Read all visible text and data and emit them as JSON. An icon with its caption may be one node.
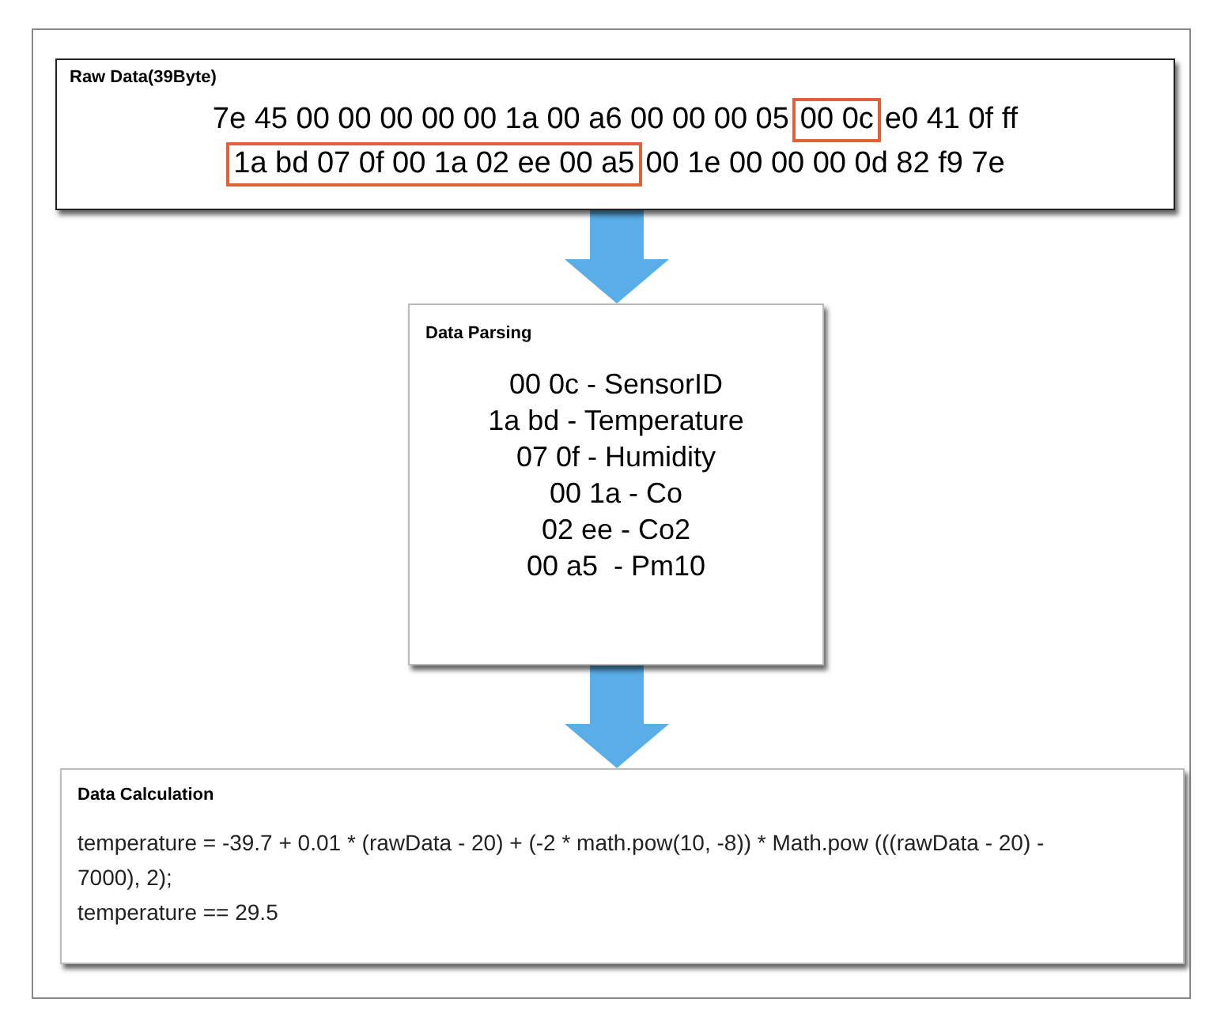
{
  "diagram": {
    "nodes": [
      {
        "text": [
          "Raw Data(39Byte)",
          "7e 45 00 00 00 00 00 1a 00 a6 00 00 00 05",
          "e0 41 0f ff",
          "00 1e 00 00 00 0d 82 f9 7e"
        ]
      },
      {
        "text": [
          "00 0c"
        ],
        "in": 0
      },
      {
        "text": [
          "1a bd 07 0f 00 1a 02 ee 00 a5"
        ],
        "in": 0
      },
      {
        "text": [
          "Data Parsing",
          "00 0c - SensorID",
          "1a bd - Temperature",
          "07 0f - Humidity",
          "00 1a - Co",
          "02 ee - Co2",
          "00 a5  - Pm10"
        ]
      },
      {
        "text": [
          "Data Calculation",
          "temperature = -39.7 + 0.01 * (rawData - 20) + (-2 * math.pow(10, -8)) * Math.pow (((rawData - 20) - 7000), 2);",
          "temperature == 29.5"
        ]
      }
    ],
    "edges": [
      {
        "from": 0,
        "to": 3,
        "arrow": "to"
      },
      {
        "from": 3,
        "to": 4,
        "arrow": "to"
      }
    ]
  }
}
